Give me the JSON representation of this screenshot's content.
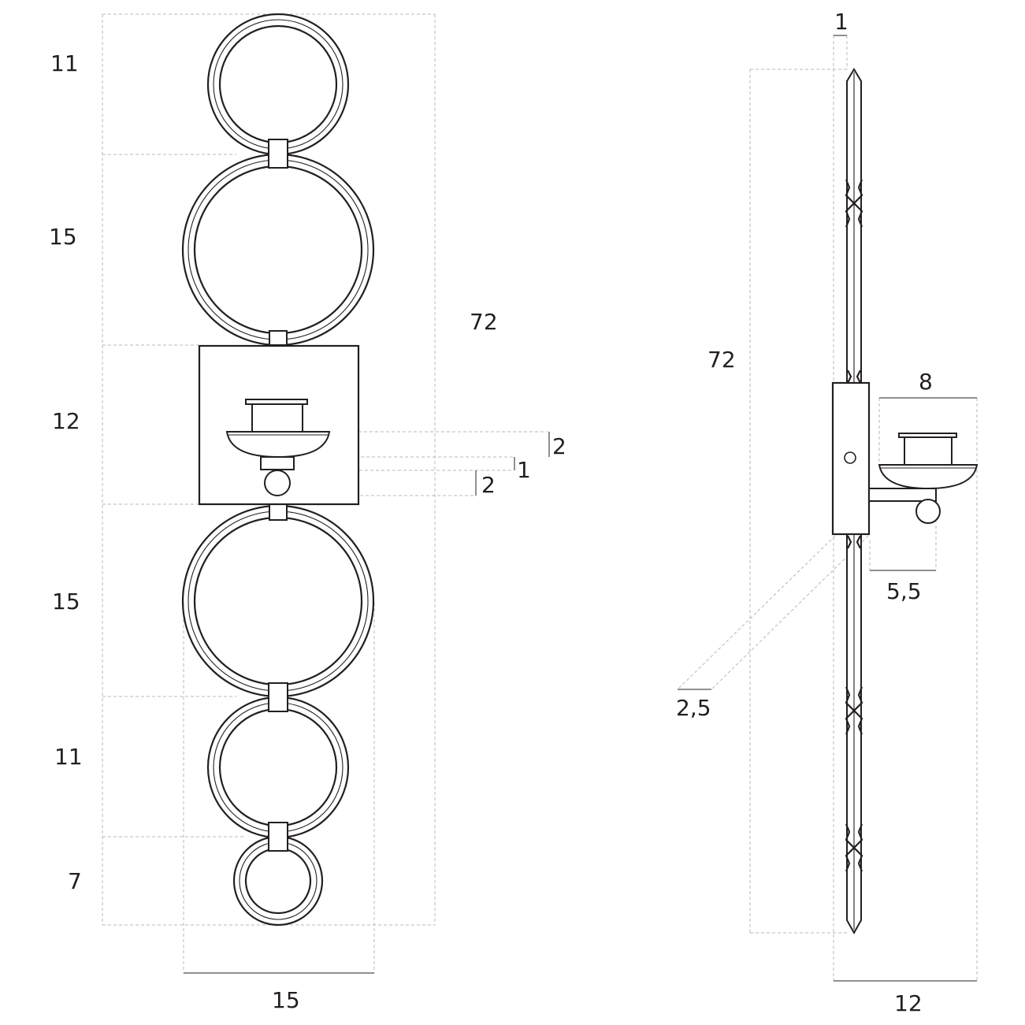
{
  "front_view": {
    "height_segments": [
      "11",
      "15",
      "12",
      "15",
      "11",
      "7"
    ],
    "total_height": "72",
    "width": "15",
    "cup_details": [
      "2",
      "1",
      "2"
    ]
  },
  "side_view": {
    "rod_thickness": "1",
    "total_height": "72",
    "cup_width": "8",
    "arm_length": "5,5",
    "plate_thickness": "2,5",
    "total_depth": "12"
  },
  "colors": {
    "line": "#231f20",
    "dashed": "#b8b8b8",
    "background": "#ffffff"
  }
}
